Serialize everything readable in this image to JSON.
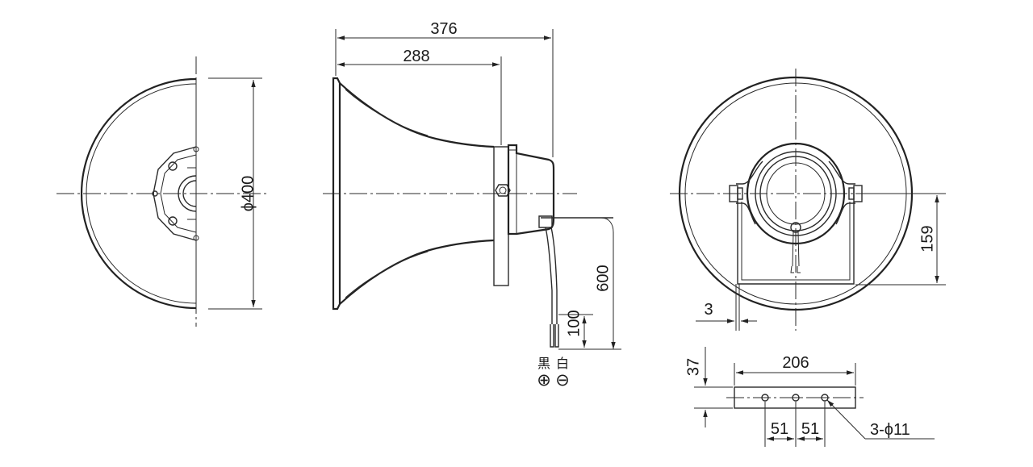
{
  "dimensions": {
    "diameter": "ϕ400",
    "overall_length": "376",
    "horn_length": "288",
    "cable_length": "600",
    "strip_length": "100",
    "bracket_height": "159",
    "bracket_thickness": "3",
    "base_width": "206",
    "base_height": "37",
    "hole_spacing_left": "51",
    "hole_spacing_right": "51",
    "holes": "3-ϕ11"
  },
  "wires": {
    "black_label": "黒",
    "white_label": "白",
    "black_polarity": "⊕",
    "white_polarity": "⊖"
  }
}
